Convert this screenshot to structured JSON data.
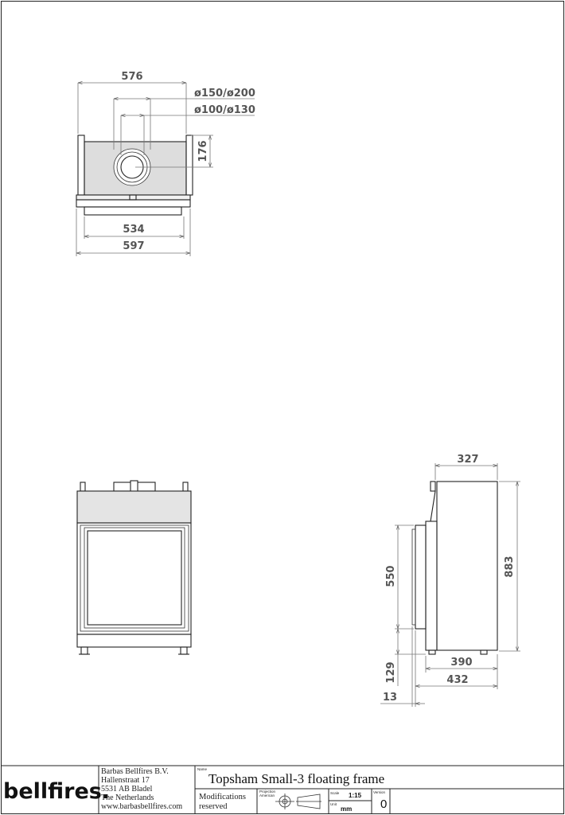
{
  "drawing": {
    "top_view": {
      "dims": {
        "width_top": "576",
        "flue_outer": "ø150/ø200",
        "flue_inner": "ø100/ø130",
        "flue_offset": "176",
        "width_inner": "534",
        "width_total": "597"
      }
    },
    "side_view": {
      "dims": {
        "depth_top": "327",
        "glass_height": "550",
        "total_height": "883",
        "base_depth": "390",
        "total_depth": "432",
        "floor_height": "129",
        "frame_offset": "13"
      }
    }
  },
  "title_block": {
    "logo": "bellfires.",
    "company_lines": [
      "Barbas Bellfires B.V.",
      "Hallenstraat 17",
      "5531 AB Bladel",
      "The Netherlands",
      "www.barbasbellfires.com"
    ],
    "name_label": "Name",
    "name": "Topsham Small-3 floating frame",
    "modifications": [
      "Modifications",
      "reserved"
    ],
    "projection_label": [
      "Projection",
      "American"
    ],
    "scale_label": "Scale",
    "scale": "1:15",
    "unit_label": "Unit",
    "unit": "mm",
    "version_label": "Version",
    "version": "0"
  }
}
